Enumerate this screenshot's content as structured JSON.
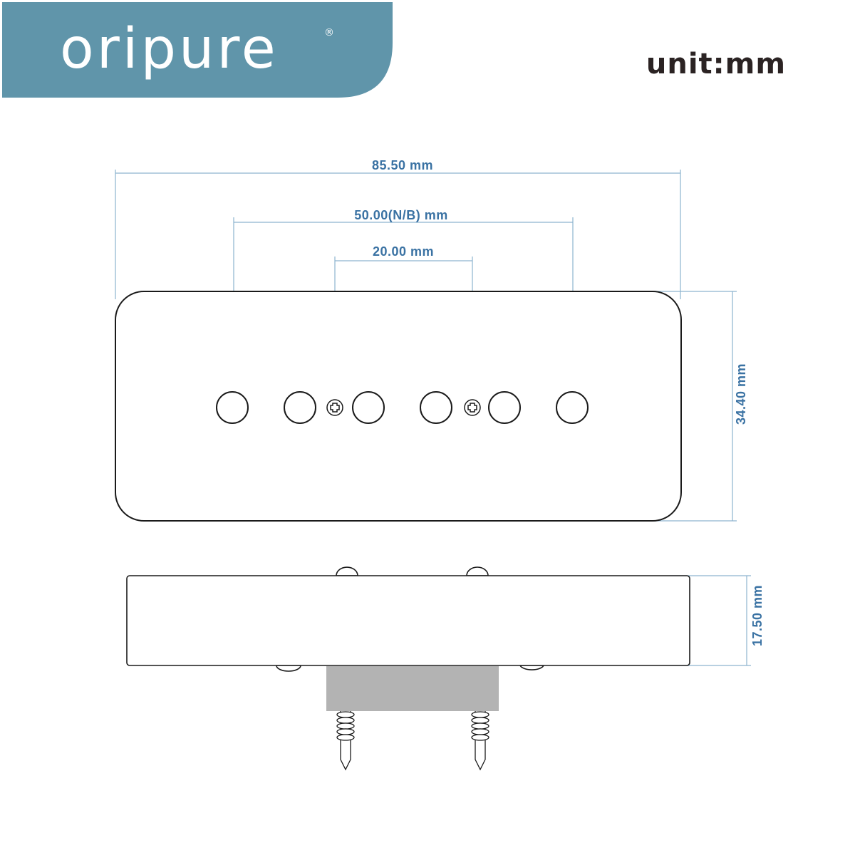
{
  "brand": {
    "name": "oripure",
    "registered": "®",
    "color": "#6095aa"
  },
  "unit_label": "unit:mm",
  "dimensions": {
    "overall_length": "85.50 mm",
    "pole_span": "50.00(N/B) mm",
    "screw_span": "20.00 mm",
    "width": "34.40 mm",
    "height": "17.50 mm"
  },
  "colors": {
    "dimension": "#3a72a3",
    "dimension_line": "#8db3cf",
    "outline": "#1a1a1a",
    "base": "#b3b3b3"
  }
}
